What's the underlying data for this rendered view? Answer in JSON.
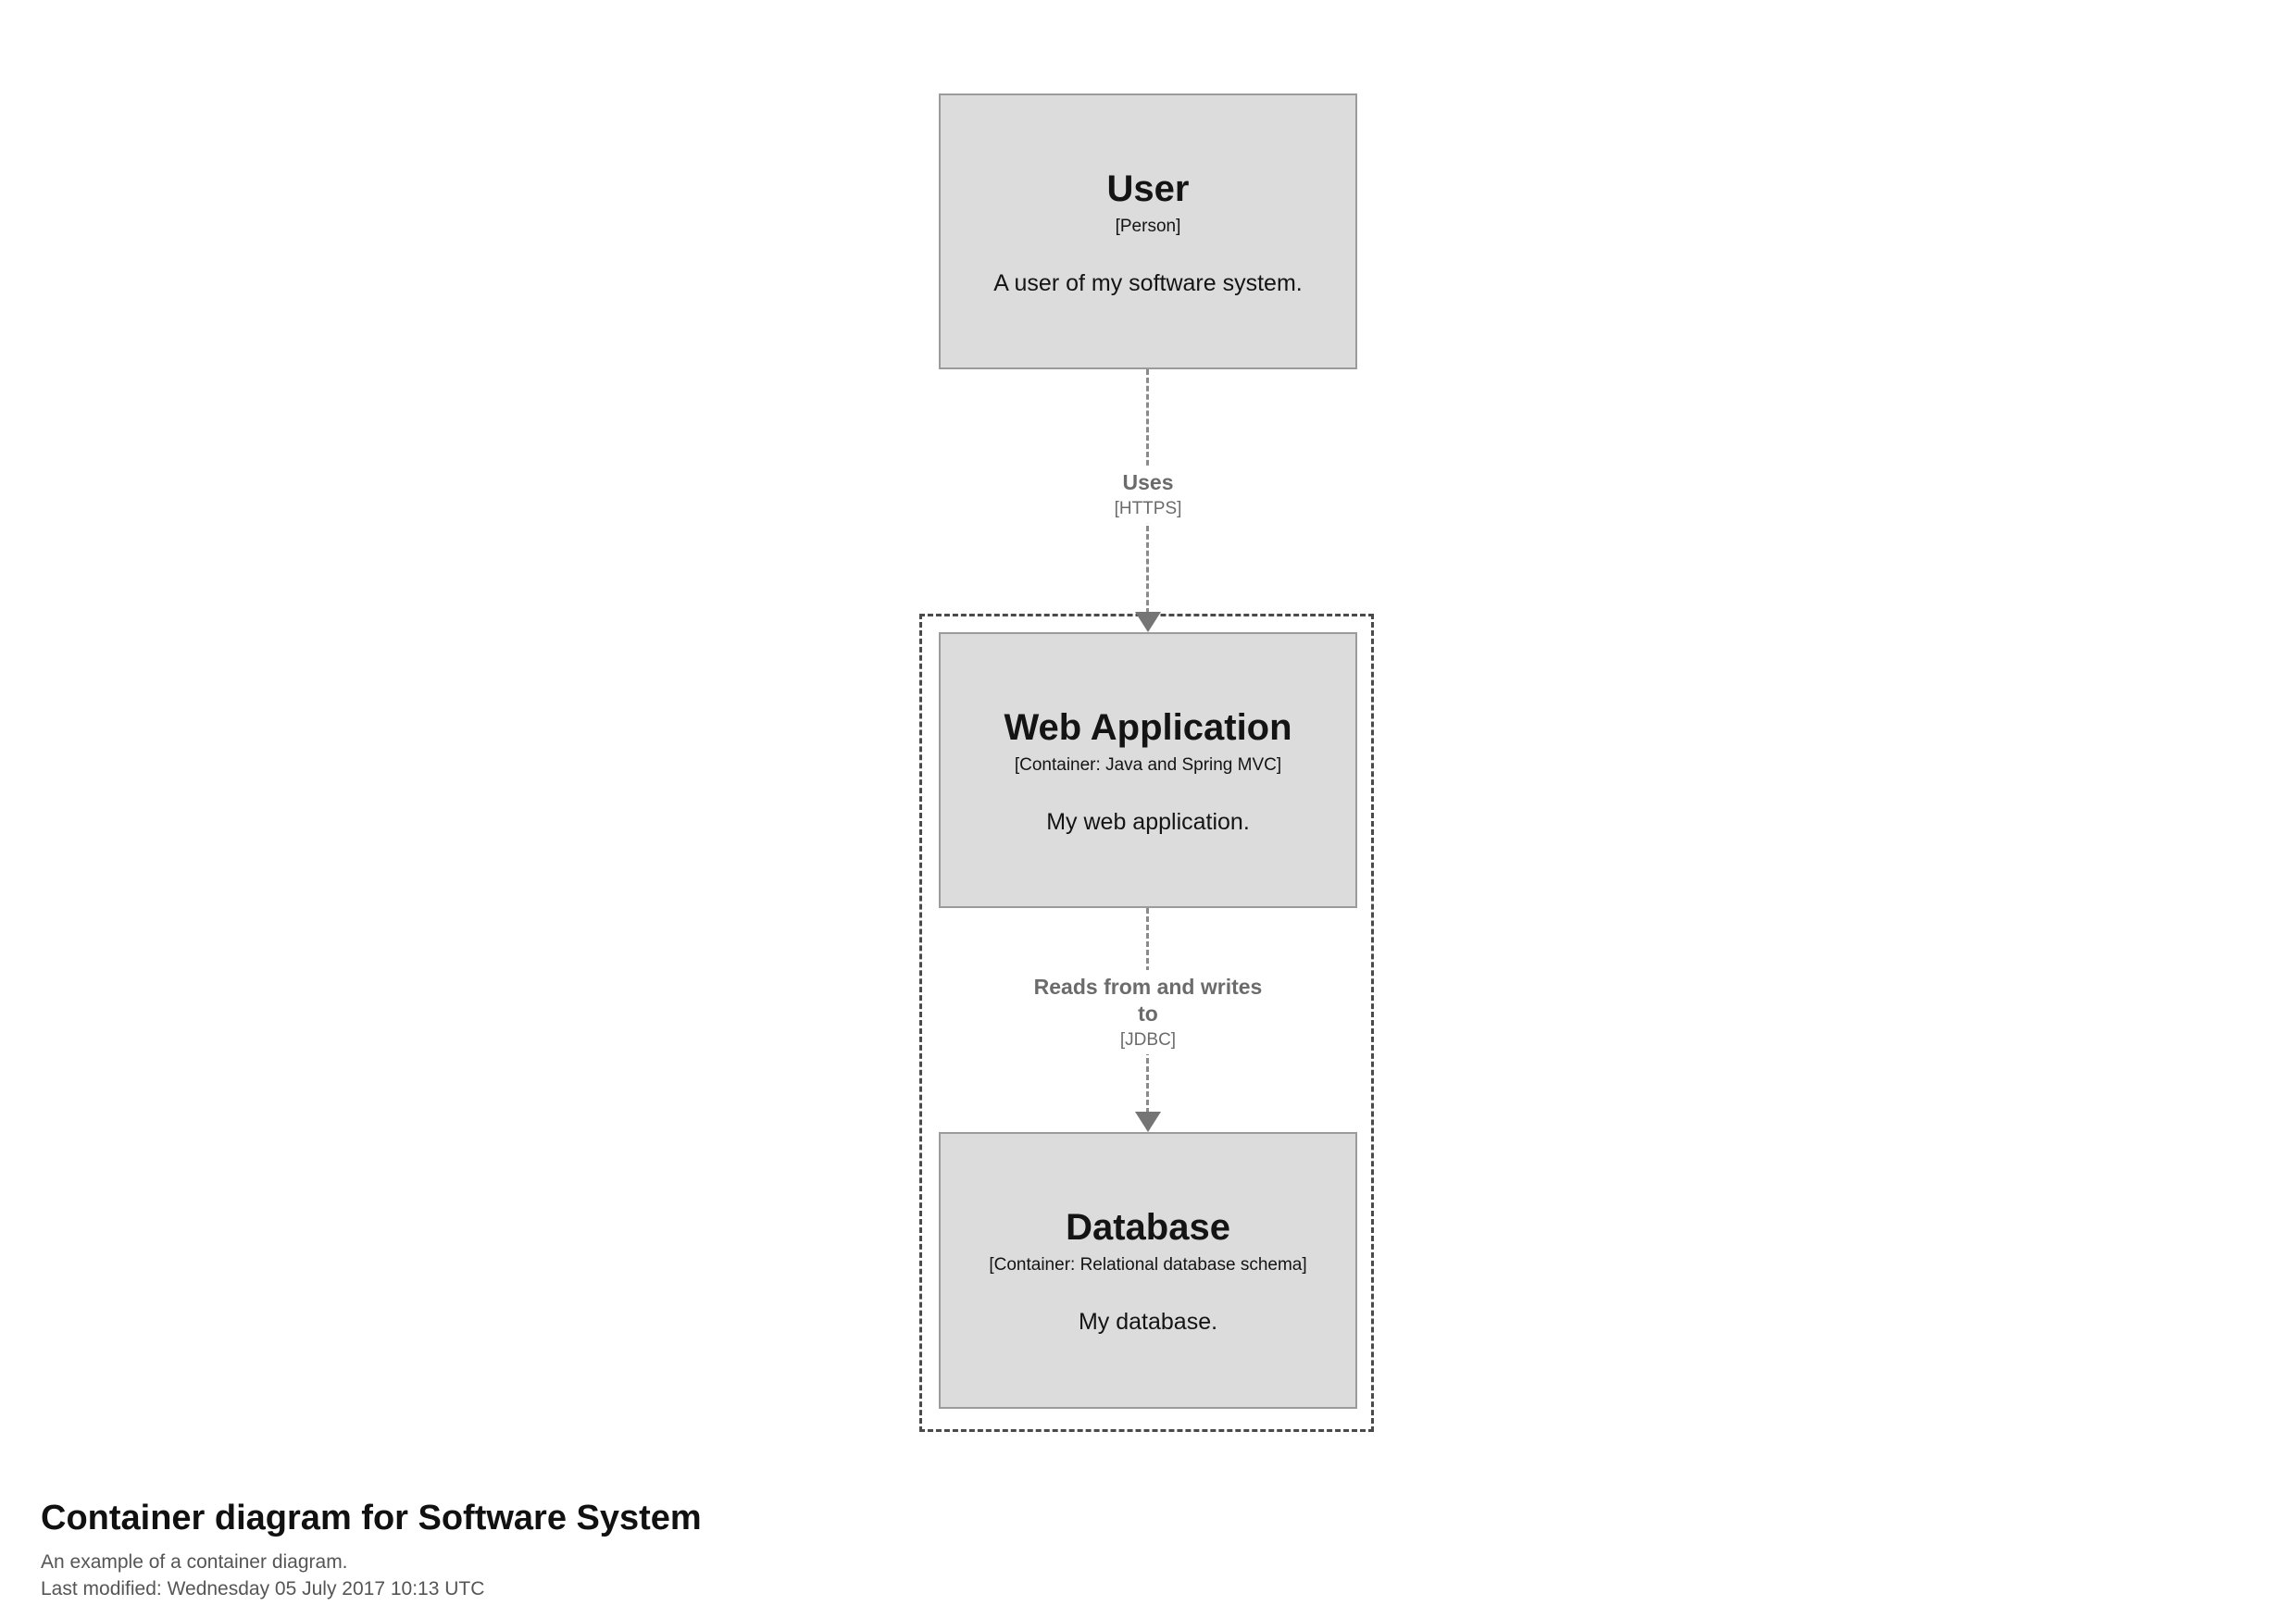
{
  "diagram": {
    "nodes": {
      "user": {
        "title": "User",
        "subtitle": "[Person]",
        "description": "A user of my software system."
      },
      "webapp": {
        "title": "Web Application",
        "subtitle": "[Container: Java and Spring MVC]",
        "description": "My web application."
      },
      "database": {
        "title": "Database",
        "subtitle": "[Container: Relational database schema]",
        "description": "My database."
      }
    },
    "relationships": {
      "uses": {
        "label": "Uses",
        "technology": "[HTTPS]"
      },
      "jdbc": {
        "label": "Reads from and writes to",
        "technology": "[JDBC]"
      }
    },
    "footer": {
      "title": "Container diagram for Software System",
      "description": "An example of a container diagram.",
      "last_modified": "Last modified: Wednesday 05 July 2017 10:13 UTC"
    },
    "colors": {
      "node_background": "#dcdcdc",
      "node_border": "#9b9b9b",
      "boundary_border": "#4a4a4a",
      "relationship": "#6b6b6b"
    }
  }
}
